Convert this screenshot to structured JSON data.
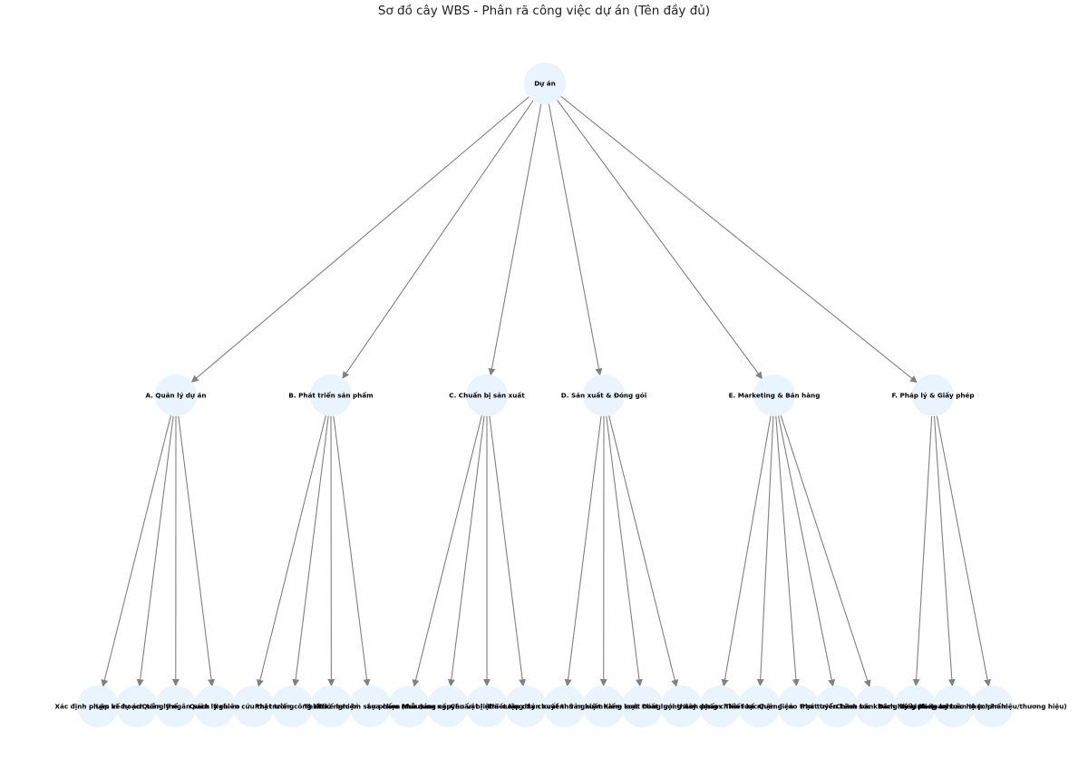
{
  "title": "Sơ đồ cây WBS - Phân rã công việc dự án (Tên đầy đủ)",
  "colors": {
    "node_fill": "#eaf4ff",
    "edge": "#808080",
    "label": "#000000"
  },
  "root": {
    "label": "Dự án"
  },
  "branches": [
    {
      "label": "A. Quản lý dự án",
      "leaves": [
        "Xác định phạm vi dự án",
        "Lập kế hoạch tổng thể",
        "Quản lý ngân sách",
        "Quản lý rủi ro"
      ]
    },
    {
      "label": "B. Phát triển sản phẩm",
      "leaves": [
        "Nghiên cứu thị trường",
        "Phát triển công thức",
        "Thiết kế bao bì",
        "Thử nghiệm sản phẩm (mẫu)"
      ]
    },
    {
      "label": "C. Chuẩn bị sản xuất",
      "leaves": [
        "Lựa chọn nhà cung cấp",
        "Mua sắm nguyên vật liệu",
        "Chuẩn bị nhà xưởng",
        "Thiết lập dây chuyền"
      ]
    },
    {
      "label": "D. Sản xuất & Đóng gói",
      "leaves": [
        "Sản xuất thử nghiệm",
        "Sản xuất hàng loạt",
        "Kiểm soát chất lượng",
        "Đóng gói thành phẩm"
      ]
    },
    {
      "label": "E. Marketing & Bán hàng",
      "leaves": [
        "Xây dựng chiến lược",
        "Thiết kế nhận diện",
        "Quảng cáo trực tuyến",
        "Phát triển kênh bán",
        "Chăm sóc khách hàng"
      ]
    },
    {
      "label": "F. Pháp lý & Giấy phép",
      "leaves": [
        "Đăng ký kinh doanh",
        "Giấy phép an toàn thực phẩm",
        "Đăng ký bảo hộ (nhãn hiệu/thương hiệu)"
      ]
    }
  ]
}
